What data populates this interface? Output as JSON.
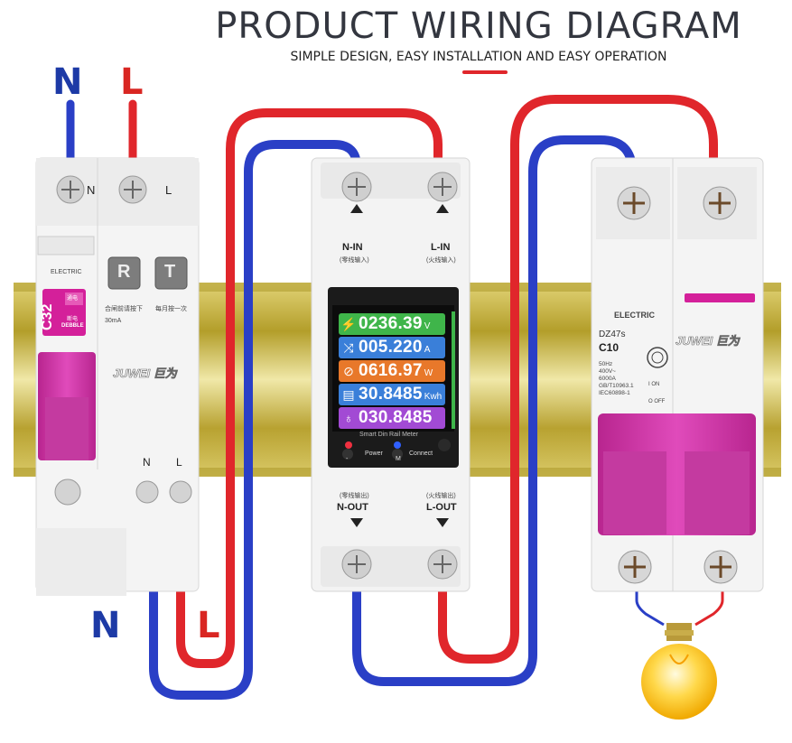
{
  "header": {
    "title": "PRODUCT WIRING DIAGRAM",
    "subtitle": "SIMPLE DESIGN, EASY INSTALLATION AND EASY OPERATION"
  },
  "input_labels": {
    "neutral": "N",
    "line": "L"
  },
  "output_labels": {
    "neutral": "N",
    "line": "L"
  },
  "rcbo": {
    "top_n": "N",
    "top_l": "L",
    "bottom_n": "N",
    "bottom_l": "L",
    "brand": "ELECTRIC",
    "rating": "C32",
    "r_button": "R",
    "t_button": "T",
    "r_caption": "合闸前请按下",
    "t_caption": "每月按一次",
    "sensitivity": "30mA",
    "badge_top": "通电",
    "badge_bottom": "断电",
    "badge_label": "DEBBLE",
    "logo": "JUWEI 巨为"
  },
  "meter": {
    "n_in": "N-IN",
    "n_in_cn": "(零线输入)",
    "l_in": "L-IN",
    "l_in_cn": "(火线输入)",
    "n_out": "N-OUT",
    "n_out_cn": "(零线输出)",
    "l_out": "L-OUT",
    "l_out_cn": "(火线输出)",
    "readings": [
      {
        "icon": "⚡",
        "value": "0236.39",
        "unit": "V",
        "color": "#3fb54a"
      },
      {
        "icon": "⤨",
        "value": "005.220",
        "unit": "A",
        "color": "#3a7fd9"
      },
      {
        "icon": "⊘",
        "value": "0616.97",
        "unit": "W",
        "color": "#e8782a"
      },
      {
        "icon": "▤",
        "value": "30.8485",
        "unit": "Kwh",
        "color": "#3a7fd9"
      },
      {
        "icon": "♁",
        "value": "030.8485",
        "unit": "",
        "color": "#a24ad4"
      }
    ],
    "model": "Smart Din Rail Meter",
    "btn_minus": "-",
    "btn_power": "Power",
    "btn_m": "M",
    "btn_connect": "Connect"
  },
  "breaker": {
    "brand": "ELECTRIC",
    "model": "DZ47s",
    "rating": "C10",
    "spec_lines": [
      "50Hz",
      "400V~",
      "6000A",
      "GB/T10963.1",
      "IEC60898-1"
    ],
    "on": "I ON",
    "off": "O OFF",
    "logo": "JUWEI 巨为"
  },
  "colors": {
    "neutral_wire": "#2a3fc6",
    "line_wire": "#e0262b",
    "accent": "#d4209a",
    "rail": "#c9b437",
    "title": "#33363f"
  }
}
